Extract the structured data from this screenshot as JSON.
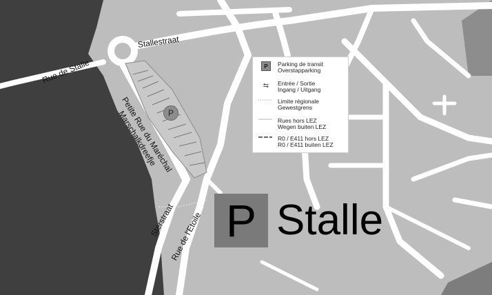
{
  "map": {
    "streets": {
      "stallestraat": "Stallestraat",
      "rue_de_stalle": "Rue de Stalle",
      "petite_rue_du_marechal": "Petite Rue du Maréchal",
      "marschalkdreefje": "Marschalkdreefje",
      "sterstraat": "Sterstraat",
      "rue_de_letoile": "Rue de l'Etoile"
    },
    "parking_marker": "P",
    "title": {
      "symbol": "P",
      "name": "Stalle"
    },
    "legend": {
      "items": [
        {
          "symbol": "P",
          "fr": "Parking de transit",
          "nl": "Overstapparking"
        },
        {
          "symbol": "⇆",
          "fr": "Entrée / Sortie",
          "nl": "Ingang / Uitgang"
        },
        {
          "fr": "Limite régionale",
          "nl": "Gewestgrens"
        },
        {
          "fr": "Rues hors LEZ",
          "nl": "Wegen buiten LEZ"
        },
        {
          "fr": "R0 / E411 hors LEZ",
          "nl": "R0 / E411 buiten LEZ"
        }
      ]
    }
  }
}
